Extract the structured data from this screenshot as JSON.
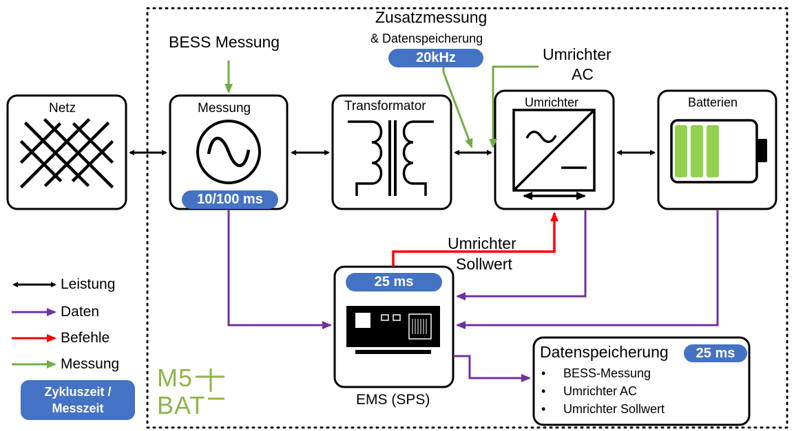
{
  "blocks": {
    "netz": "Netz",
    "messung": "Messung",
    "transformator": "Transformator",
    "umrichter": "Umrichter",
    "batterien": "Batterien",
    "ems": "EMS (SPS)"
  },
  "timings": {
    "messung": "10/100 ms",
    "zusatz": "20kHz",
    "ems": "25 ms",
    "datenspeicherung": "25 ms"
  },
  "annotations": {
    "bess_messung": "BESS Messung",
    "zusatz_line1": "Zusatzmessung",
    "zusatz_line2": "& Datenspeicherung",
    "umrichter_ac_line1": "Umrichter",
    "umrichter_ac_line2": "AC",
    "sollwert_line1": "Umrichter",
    "sollwert_line2": "Sollwert"
  },
  "datenspeicherung": {
    "title": "Datenspeicherung",
    "items": [
      "BESS-Messung",
      "Umrichter AC",
      "Umrichter Sollwert"
    ]
  },
  "legend": {
    "items": [
      {
        "label": "Leistung",
        "color": "#000000"
      },
      {
        "label": "Daten",
        "color": "#7030a0"
      },
      {
        "label": "Befehle",
        "color": "#ff0000"
      },
      {
        "label": "Messung",
        "color": "#70ad47"
      }
    ],
    "badge_line1": "Zykluszeit /",
    "badge_line2": "Messzeit"
  },
  "logo": {
    "line1": "M5",
    "line2": "BAT"
  },
  "colors": {
    "power": "#000000",
    "data": "#7030a0",
    "command": "#ff0000",
    "measurement": "#70ad47",
    "badge": "#4472c4",
    "battery": "#92d050",
    "logo": "#8fb44a"
  }
}
